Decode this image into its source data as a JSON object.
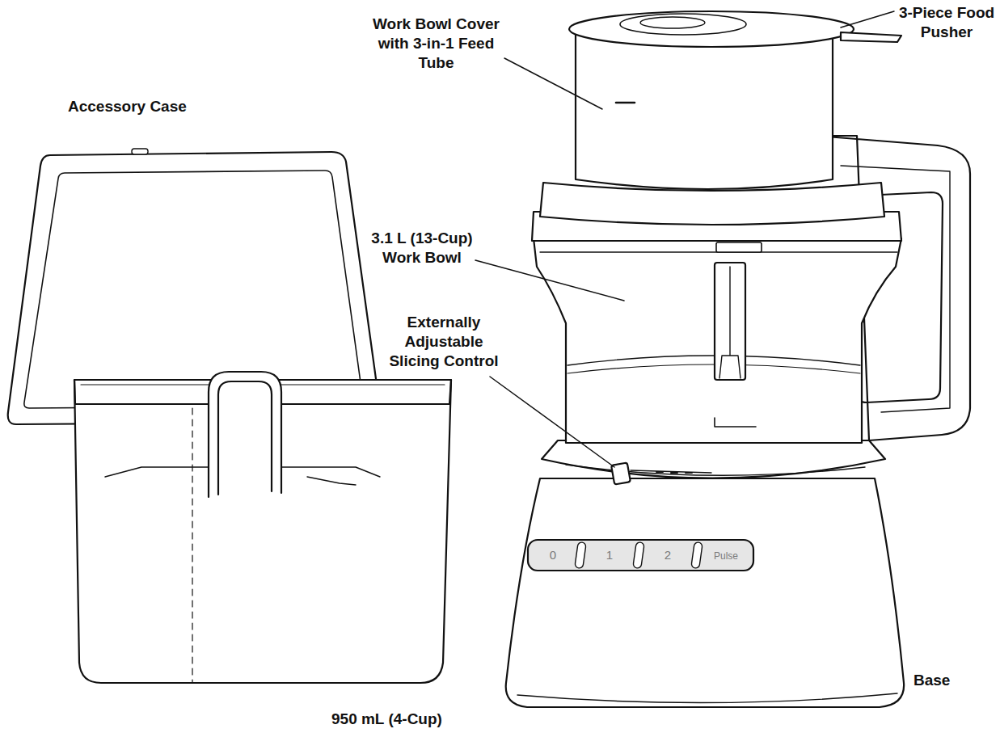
{
  "diagram": {
    "labels": [
      "Work Bowl Cover with 3-in-1 Feed Tube",
      "3-Piece Food Pusher",
      "Accessory Case",
      "3.1 L (13-Cup) Work Bowl",
      "Externally Adjustable Slicing Control",
      "0",
      "1",
      "2",
      "Pulse",
      "Base",
      "950 mL (4-Cup)"
    ]
  }
}
